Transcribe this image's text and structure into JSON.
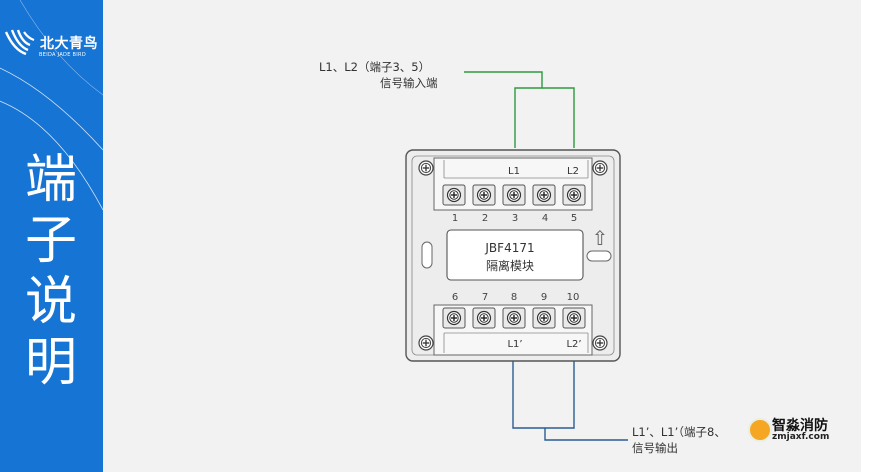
{
  "brand": {
    "name_cn": "北大青鸟",
    "name_en": "BEIDA JADE BIRD"
  },
  "section_title": [
    "端",
    "子",
    "说",
    "明"
  ],
  "diagram": {
    "input_label_line1": "L1、L2（端子3、5）",
    "input_label_line2": "信号输入端",
    "output_label_line1": "L1’、L1’（端子8、",
    "output_label_line2": "信号输出",
    "top_bus_left": "L1",
    "top_bus_right": "L2",
    "bottom_bus_left": "L1’",
    "bottom_bus_right": "L2’",
    "top_terminals": [
      "1",
      "2",
      "3",
      "4",
      "5"
    ],
    "bottom_terminals": [
      "6",
      "7",
      "8",
      "9",
      "10"
    ],
    "model": "JBF4171",
    "module_name": "隔离模块",
    "arrow": "⇧",
    "input_wire_color": "#2e9a3e",
    "output_wire_color": "#2a5d93"
  },
  "watermark": {
    "text_cn": "智淼消防",
    "url": "zmjaxf.com"
  }
}
